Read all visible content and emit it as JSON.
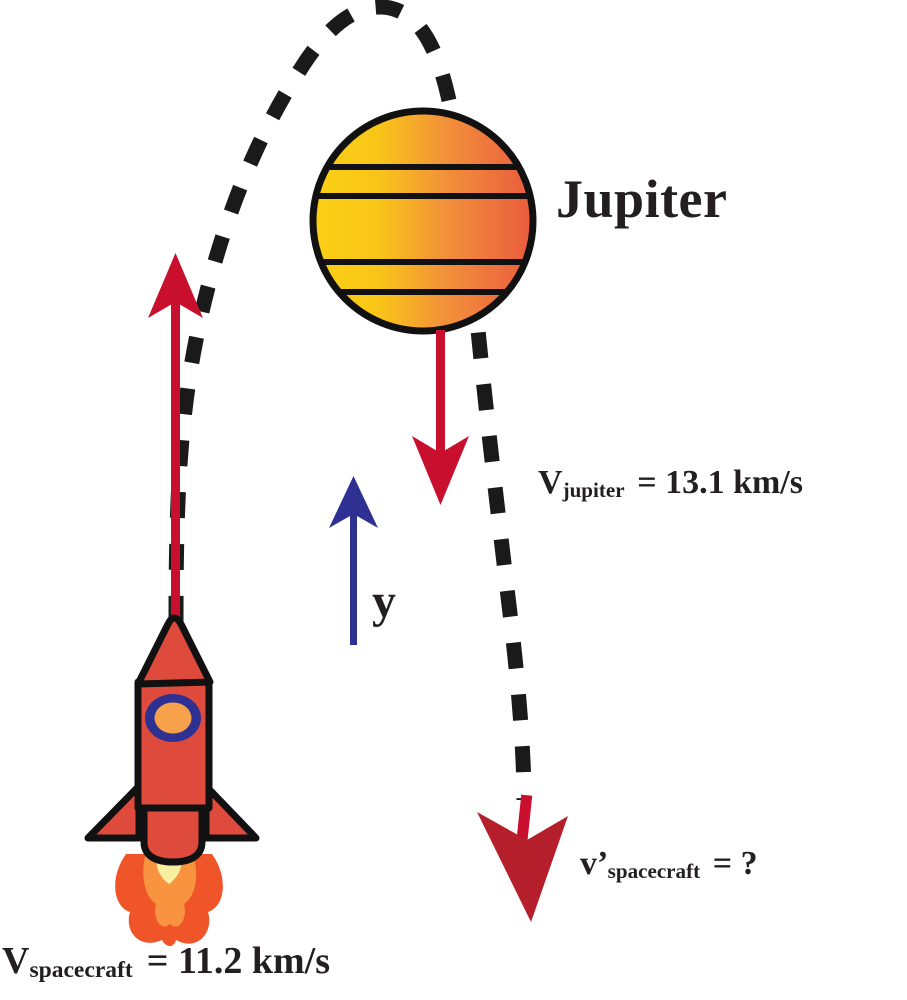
{
  "diagram": {
    "title_label": "Jupiter",
    "axis_label": "y",
    "labels": {
      "v_jupiter": {
        "symbol": "V",
        "subscript": "jupiter",
        "equals": "=",
        "value": "13.1 km/s"
      },
      "v_spacecraft_prime": {
        "symbol": "v",
        "prime": "’",
        "subscript": "spacecraft",
        "equals": "=",
        "value": "?"
      },
      "v_spacecraft": {
        "symbol": "V",
        "subscript": "spacecraft",
        "equals": "=",
        "value": "11.2 km/s"
      }
    },
    "colors": {
      "red_arrow": "#C8102E",
      "dark_red_arrow": "#B51F2B",
      "blue_arrow": "#2E3192",
      "jupiter_light": "#F9CB16",
      "jupiter_dark": "#EA5B3E",
      "rocket_body": "#DE4B3C",
      "flame_outer": "#F0552A",
      "flame_inner": "#F8943F",
      "flame_core": "#F9EFA0",
      "porthole_ring": "#2E3192",
      "porthole_center": "#F7A14B",
      "outline": "#111111",
      "text": "#231f20"
    },
    "elements": {
      "planet_name": "jupiter-planet",
      "trajectory_name": "spacecraft-trajectory-dashed",
      "rocket_name": "spacecraft-rocket",
      "initial_velocity_arrow": "velocity-arrow-spacecraft-up",
      "jupiter_velocity_arrow": "velocity-arrow-jupiter-down",
      "final_velocity_arrow": "velocity-arrow-spacecraft-final",
      "y_axis_arrow": "y-axis-arrow"
    }
  }
}
